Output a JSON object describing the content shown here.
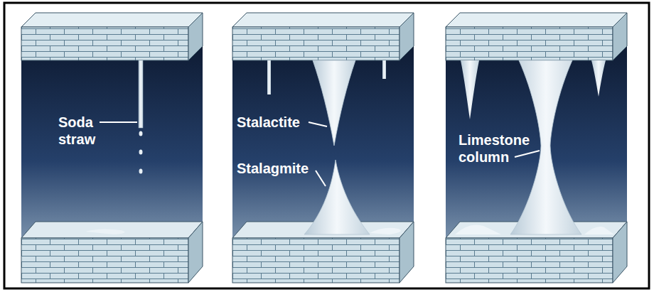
{
  "diagram": {
    "labels": [
      "Soda straw",
      "Stalactite",
      "Stalagmite",
      "Limestone column"
    ]
  }
}
